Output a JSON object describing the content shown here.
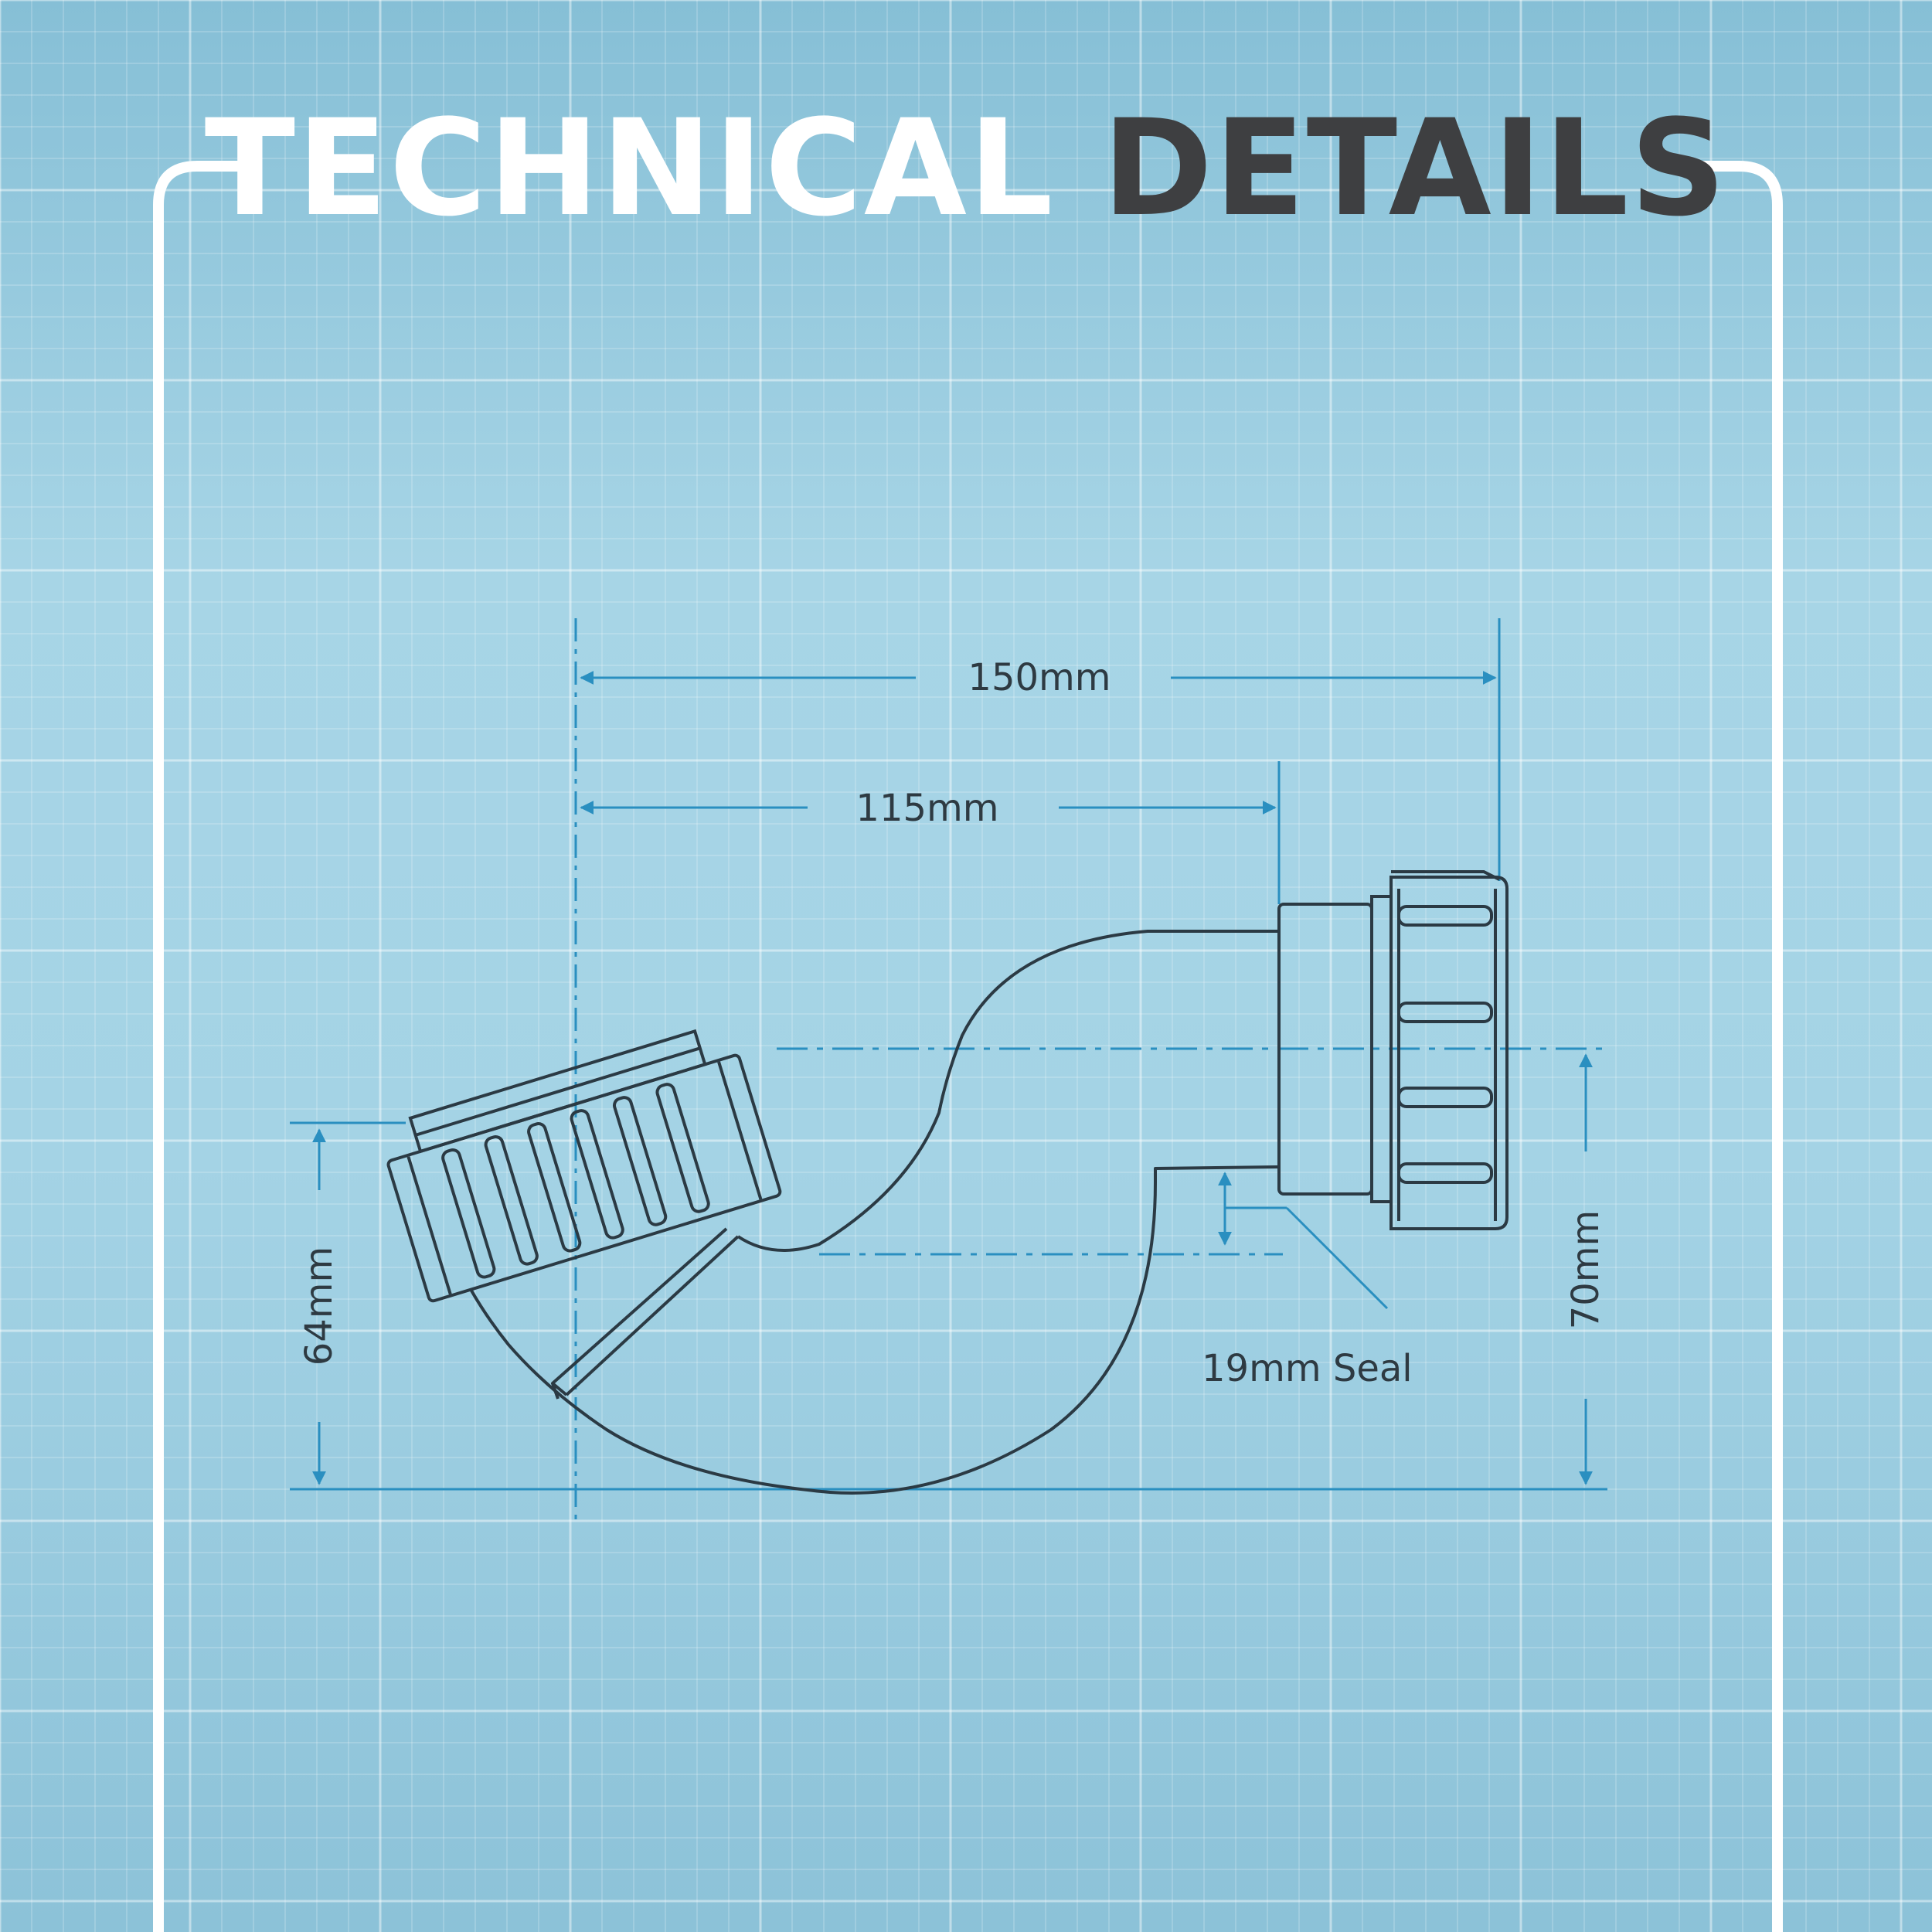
{
  "title": {
    "part1": "TECHNICAL",
    "part2": "DETAILS"
  },
  "dimensions": {
    "overall_width": "150mm",
    "outlet_width": "115mm",
    "inlet_height": "64mm",
    "outlet_height": "70mm",
    "seal": "19mm Seal"
  },
  "colors": {
    "background": "#a4d3e5",
    "frame": "#ffffff",
    "title_primary": "#ffffff",
    "title_secondary": "#3e3f41",
    "dimension_line": "#2a8fc0",
    "part_outline": "#2b3a44"
  }
}
